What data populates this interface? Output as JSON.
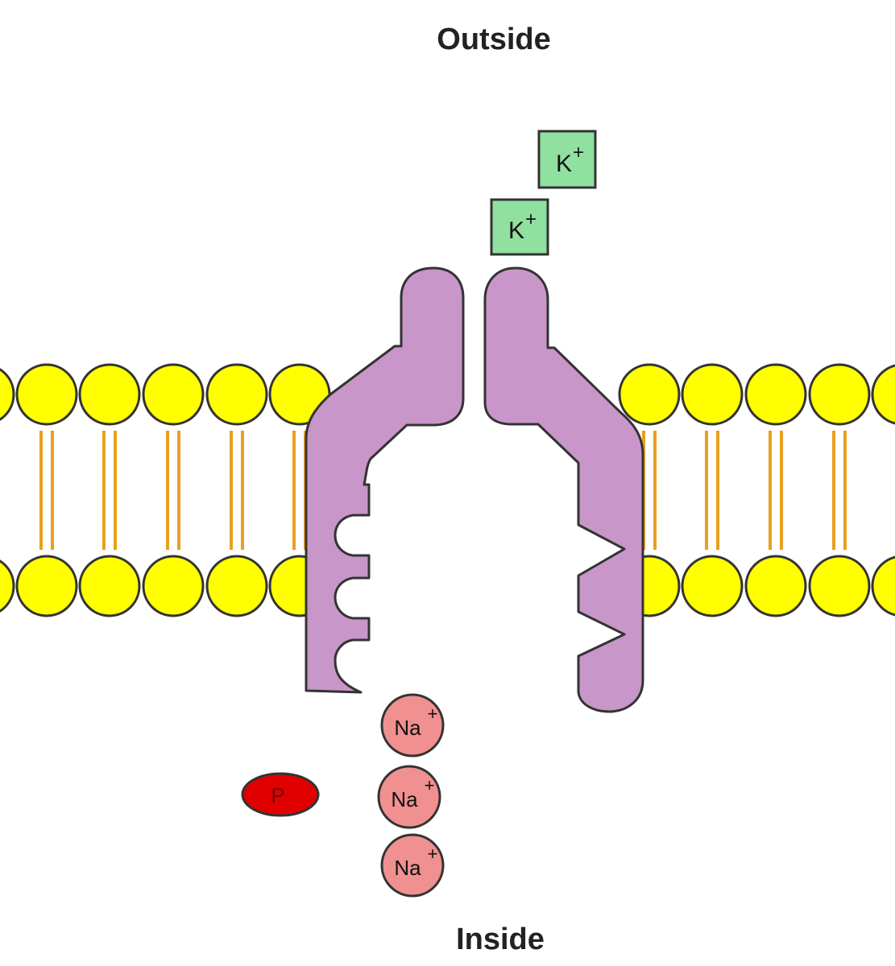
{
  "labels": {
    "outside": "Outside",
    "inside": "Inside"
  },
  "ions": {
    "potassium_label": "K",
    "sodium_label": "Na",
    "charge": "+",
    "phosphate_label": "P"
  },
  "colors": {
    "phospholipid_head": "#ffff00",
    "lipid_tail": "#e8a020",
    "pump_protein": "#c896c8",
    "potassium_fill": "#90e0a0",
    "sodium_fill": "#f09090",
    "phosphate_fill": "#e00000",
    "outline": "#333333"
  }
}
